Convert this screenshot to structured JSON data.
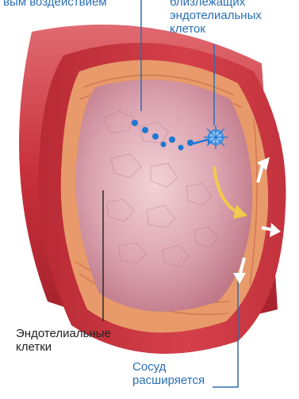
{
  "labels": {
    "top_left": "вым воздействием",
    "top_right_line1": "близлежащих",
    "top_right_line2": "эндотелиальных",
    "top_right_line3": "клеток",
    "endothelial_line1": "Эндотелиальные",
    "endothelial_line2": "клетки",
    "vessel_line1": "Сосуд",
    "vessel_line2": "расширяется"
  },
  "colors": {
    "outer_wall": "#c8303a",
    "outer_wall_highlight": "#e06a70",
    "muscle_layer": "#e89a6a",
    "lumen": "#d9a0ad",
    "label_blue": "#2a6fb6",
    "label_dark": "#222222",
    "molecule": "#1f78d1",
    "arrow_yellow": "#f2c94c",
    "arrow_white": "#ffffff"
  }
}
